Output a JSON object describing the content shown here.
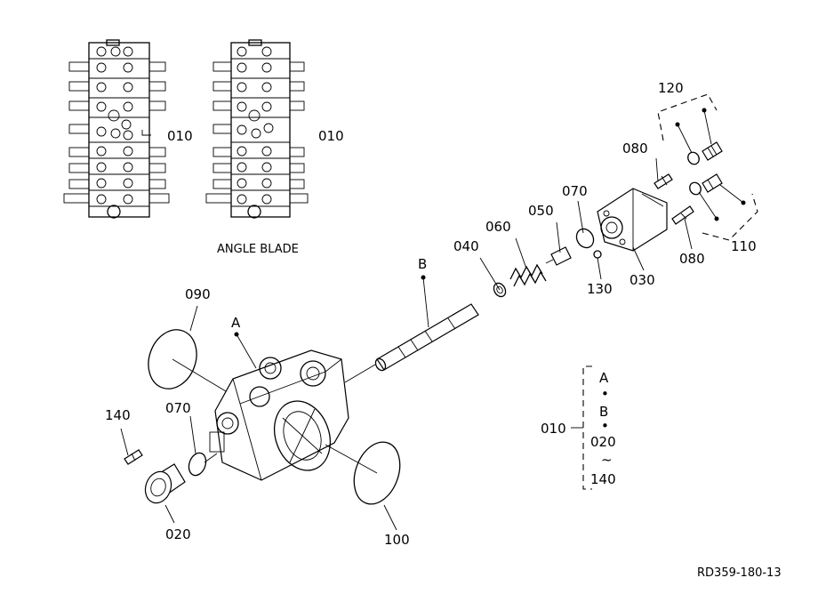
{
  "labels": {
    "p010_a": "010",
    "p010_b": "010",
    "angle_blade": "ANGLE BLADE",
    "p120": "120",
    "p080_top": "080",
    "p070_top": "070",
    "p050": "050",
    "p060": "060",
    "p040": "040",
    "pB": "B",
    "p030": "030",
    "p130": "130",
    "p110": "110",
    "p080_right": "080",
    "p090": "090",
    "pA": "A",
    "p140": "140",
    "p070_bottom": "070",
    "p020": "020",
    "p100": "100",
    "legend_010": "010",
    "legend_A": "A",
    "legend_dot1": "•",
    "legend_B": "B",
    "legend_dot2": "•",
    "legend_020": "020",
    "legend_tilde": "~",
    "legend_140": "140",
    "ref_code": "RD359-180-13"
  }
}
